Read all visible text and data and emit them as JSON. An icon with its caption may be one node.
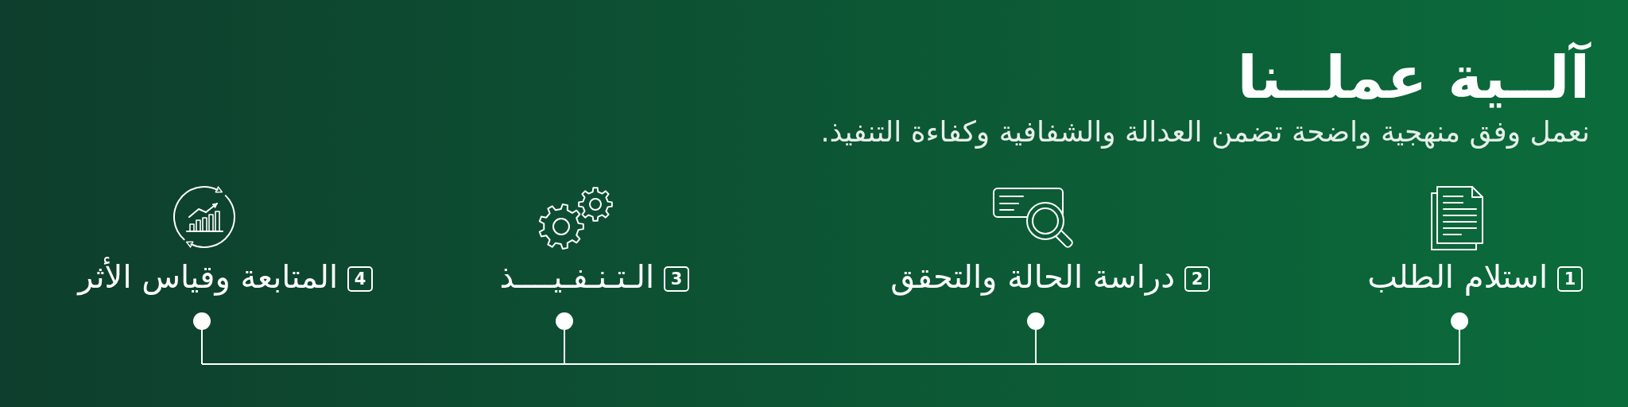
{
  "diagram": {
    "title": "آلــية عملــنا",
    "nodes": [
      {
        "text": [
          "1"
        ],
        "beside": [
          "استلام الطلب"
        ]
      },
      {
        "text": [
          "2"
        ],
        "beside": [
          "دراسة الحالة والتحقق"
        ]
      },
      {
        "text": [
          "3"
        ],
        "beside": [
          "الـتـنـفـيــــذ"
        ]
      },
      {
        "text": [
          "4"
        ],
        "beside": [
          "المتابعة وقياس الأثر"
        ]
      },
      {
        "text": [],
        "shape": "circle"
      },
      {
        "text": [],
        "shape": "circle"
      },
      {
        "text": [],
        "shape": "circle"
      },
      {
        "text": [],
        "shape": "circle"
      }
    ],
    "edges": [
      {
        "from": 4,
        "to": 5,
        "arrow": "none"
      },
      {
        "from": 5,
        "to": 6,
        "arrow": "none"
      },
      {
        "from": 6,
        "to": 7,
        "arrow": "none"
      }
    ],
    "labels": [
      "نعمل وفق منهجية واضحة تضمن العدالة والشفافية وكفاءة التنفيذ."
    ]
  }
}
